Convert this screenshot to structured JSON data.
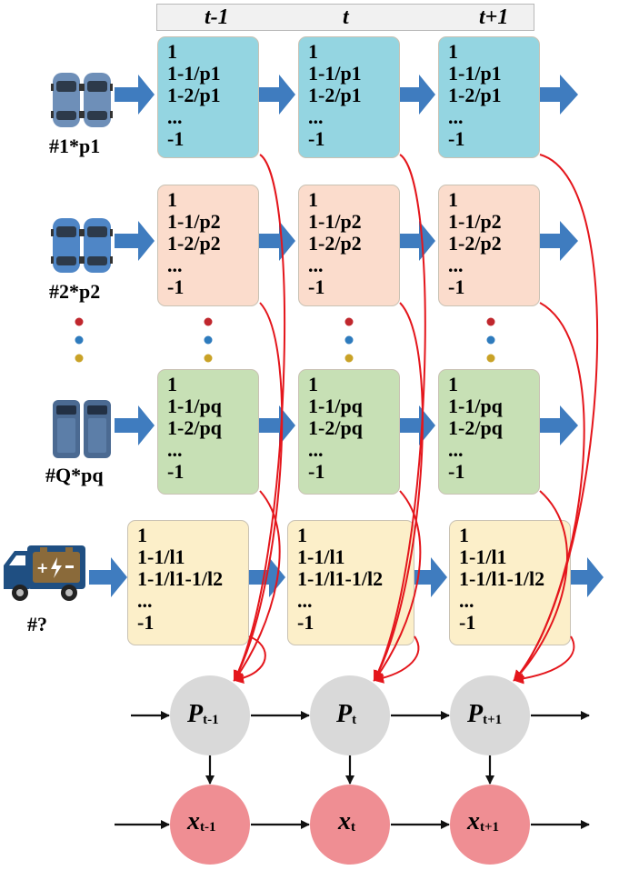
{
  "header": {
    "times": [
      "t-1",
      "t",
      "t+1"
    ]
  },
  "rows": [
    {
      "id": "row1",
      "label": "#1*p1",
      "lines": [
        "1",
        "1-1/p1",
        "1-2/p1",
        "...",
        "-1"
      ]
    },
    {
      "id": "row2",
      "label": "#2*p2",
      "lines": [
        "1",
        "1-1/p2",
        "1-2/p2",
        "...",
        "-1"
      ]
    },
    {
      "id": "rowq",
      "label": "#Q*pq",
      "lines": [
        "1",
        "1-1/pq",
        "1-2/pq",
        "...",
        "-1"
      ]
    },
    {
      "id": "rowbus",
      "label": "#?",
      "lines": [
        "1",
        "1-1/l1",
        "1-1/l1-1/l2",
        "...",
        "-1"
      ]
    }
  ],
  "nodes": {
    "p": [
      {
        "main": "P",
        "sub": "t-1"
      },
      {
        "main": "P",
        "sub": "t"
      },
      {
        "main": "P",
        "sub": "t+1"
      }
    ],
    "x": [
      {
        "main": "x",
        "sub": "t-1"
      },
      {
        "main": "x",
        "sub": "t"
      },
      {
        "main": "x",
        "sub": "t+1"
      }
    ]
  },
  "colors": {
    "arrow_blue": "#3f7cbf",
    "curve_red": "#e4161c",
    "p_node": "#d9d9d9",
    "x_node": "#ef8e93",
    "box_cyan": "#94d5e1",
    "box_peach": "#fbdccc",
    "box_green": "#c7e0b5",
    "box_yellow": "#fcefc9"
  }
}
